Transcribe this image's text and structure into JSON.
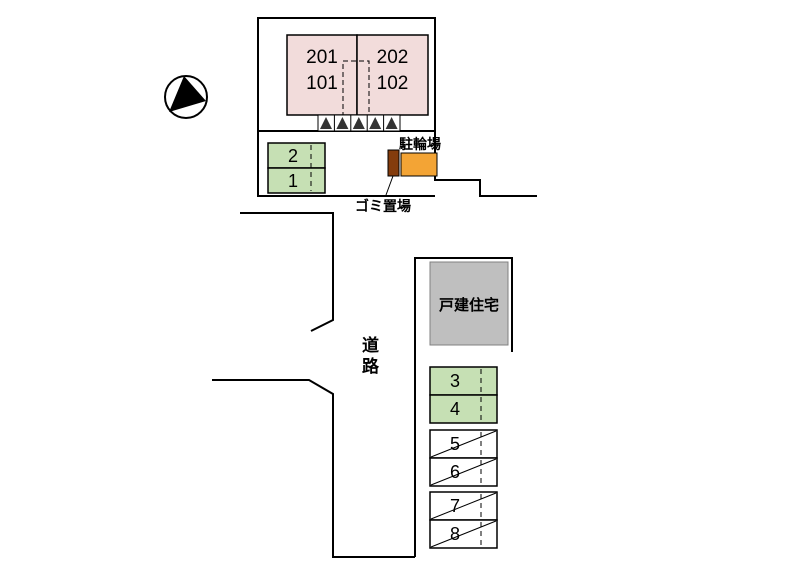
{
  "colors": {
    "room_fill": "#f2dcdb",
    "parking_available_fill": "#c6e0b4",
    "bicycle_fill": "#f3a435",
    "garbage_fill": "#843c0c",
    "house_fill": "#bfbfbf"
  },
  "building": {
    "left_unit": "201\n101",
    "right_unit": "202\n102"
  },
  "labels": {
    "bicycle_parking": "駐輪場",
    "garbage_area": "ゴミ置場",
    "detached_house": "戸建住宅",
    "road": "道路"
  },
  "parking_upper": [
    {
      "number": "2"
    },
    {
      "number": "1"
    }
  ],
  "parking_right": [
    {
      "number": "3"
    },
    {
      "number": "4"
    },
    {
      "number": "5"
    },
    {
      "number": "6"
    },
    {
      "number": "7"
    },
    {
      "number": "8"
    }
  ]
}
